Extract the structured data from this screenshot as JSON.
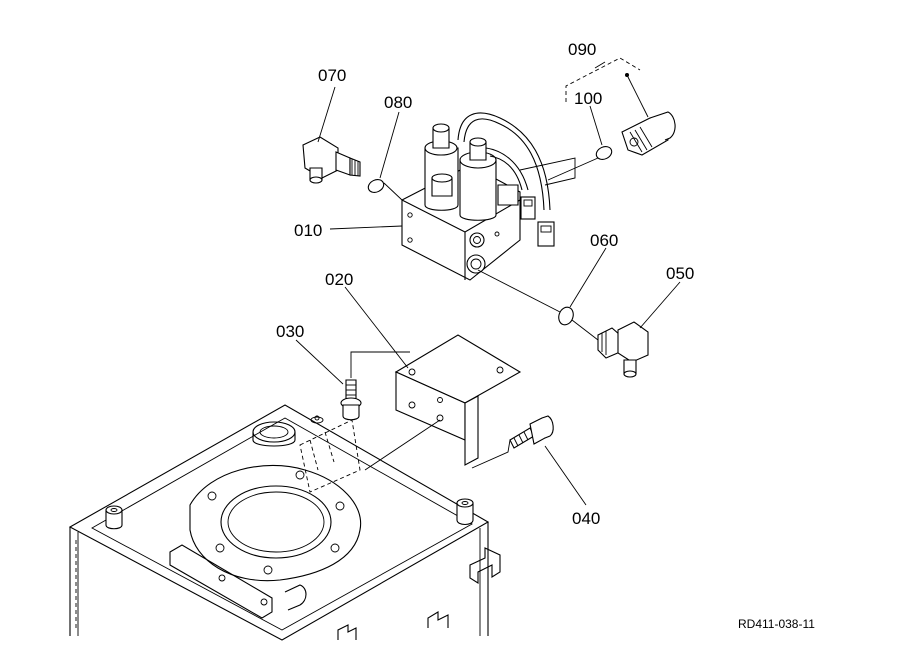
{
  "callouts": {
    "p010": "010",
    "p020": "020",
    "p030": "030",
    "p040": "040",
    "p050": "050",
    "p060": "060",
    "p070": "070",
    "p080": "080",
    "p090": "090",
    "p100": "100"
  },
  "drawing_code": "RD411-038-11"
}
